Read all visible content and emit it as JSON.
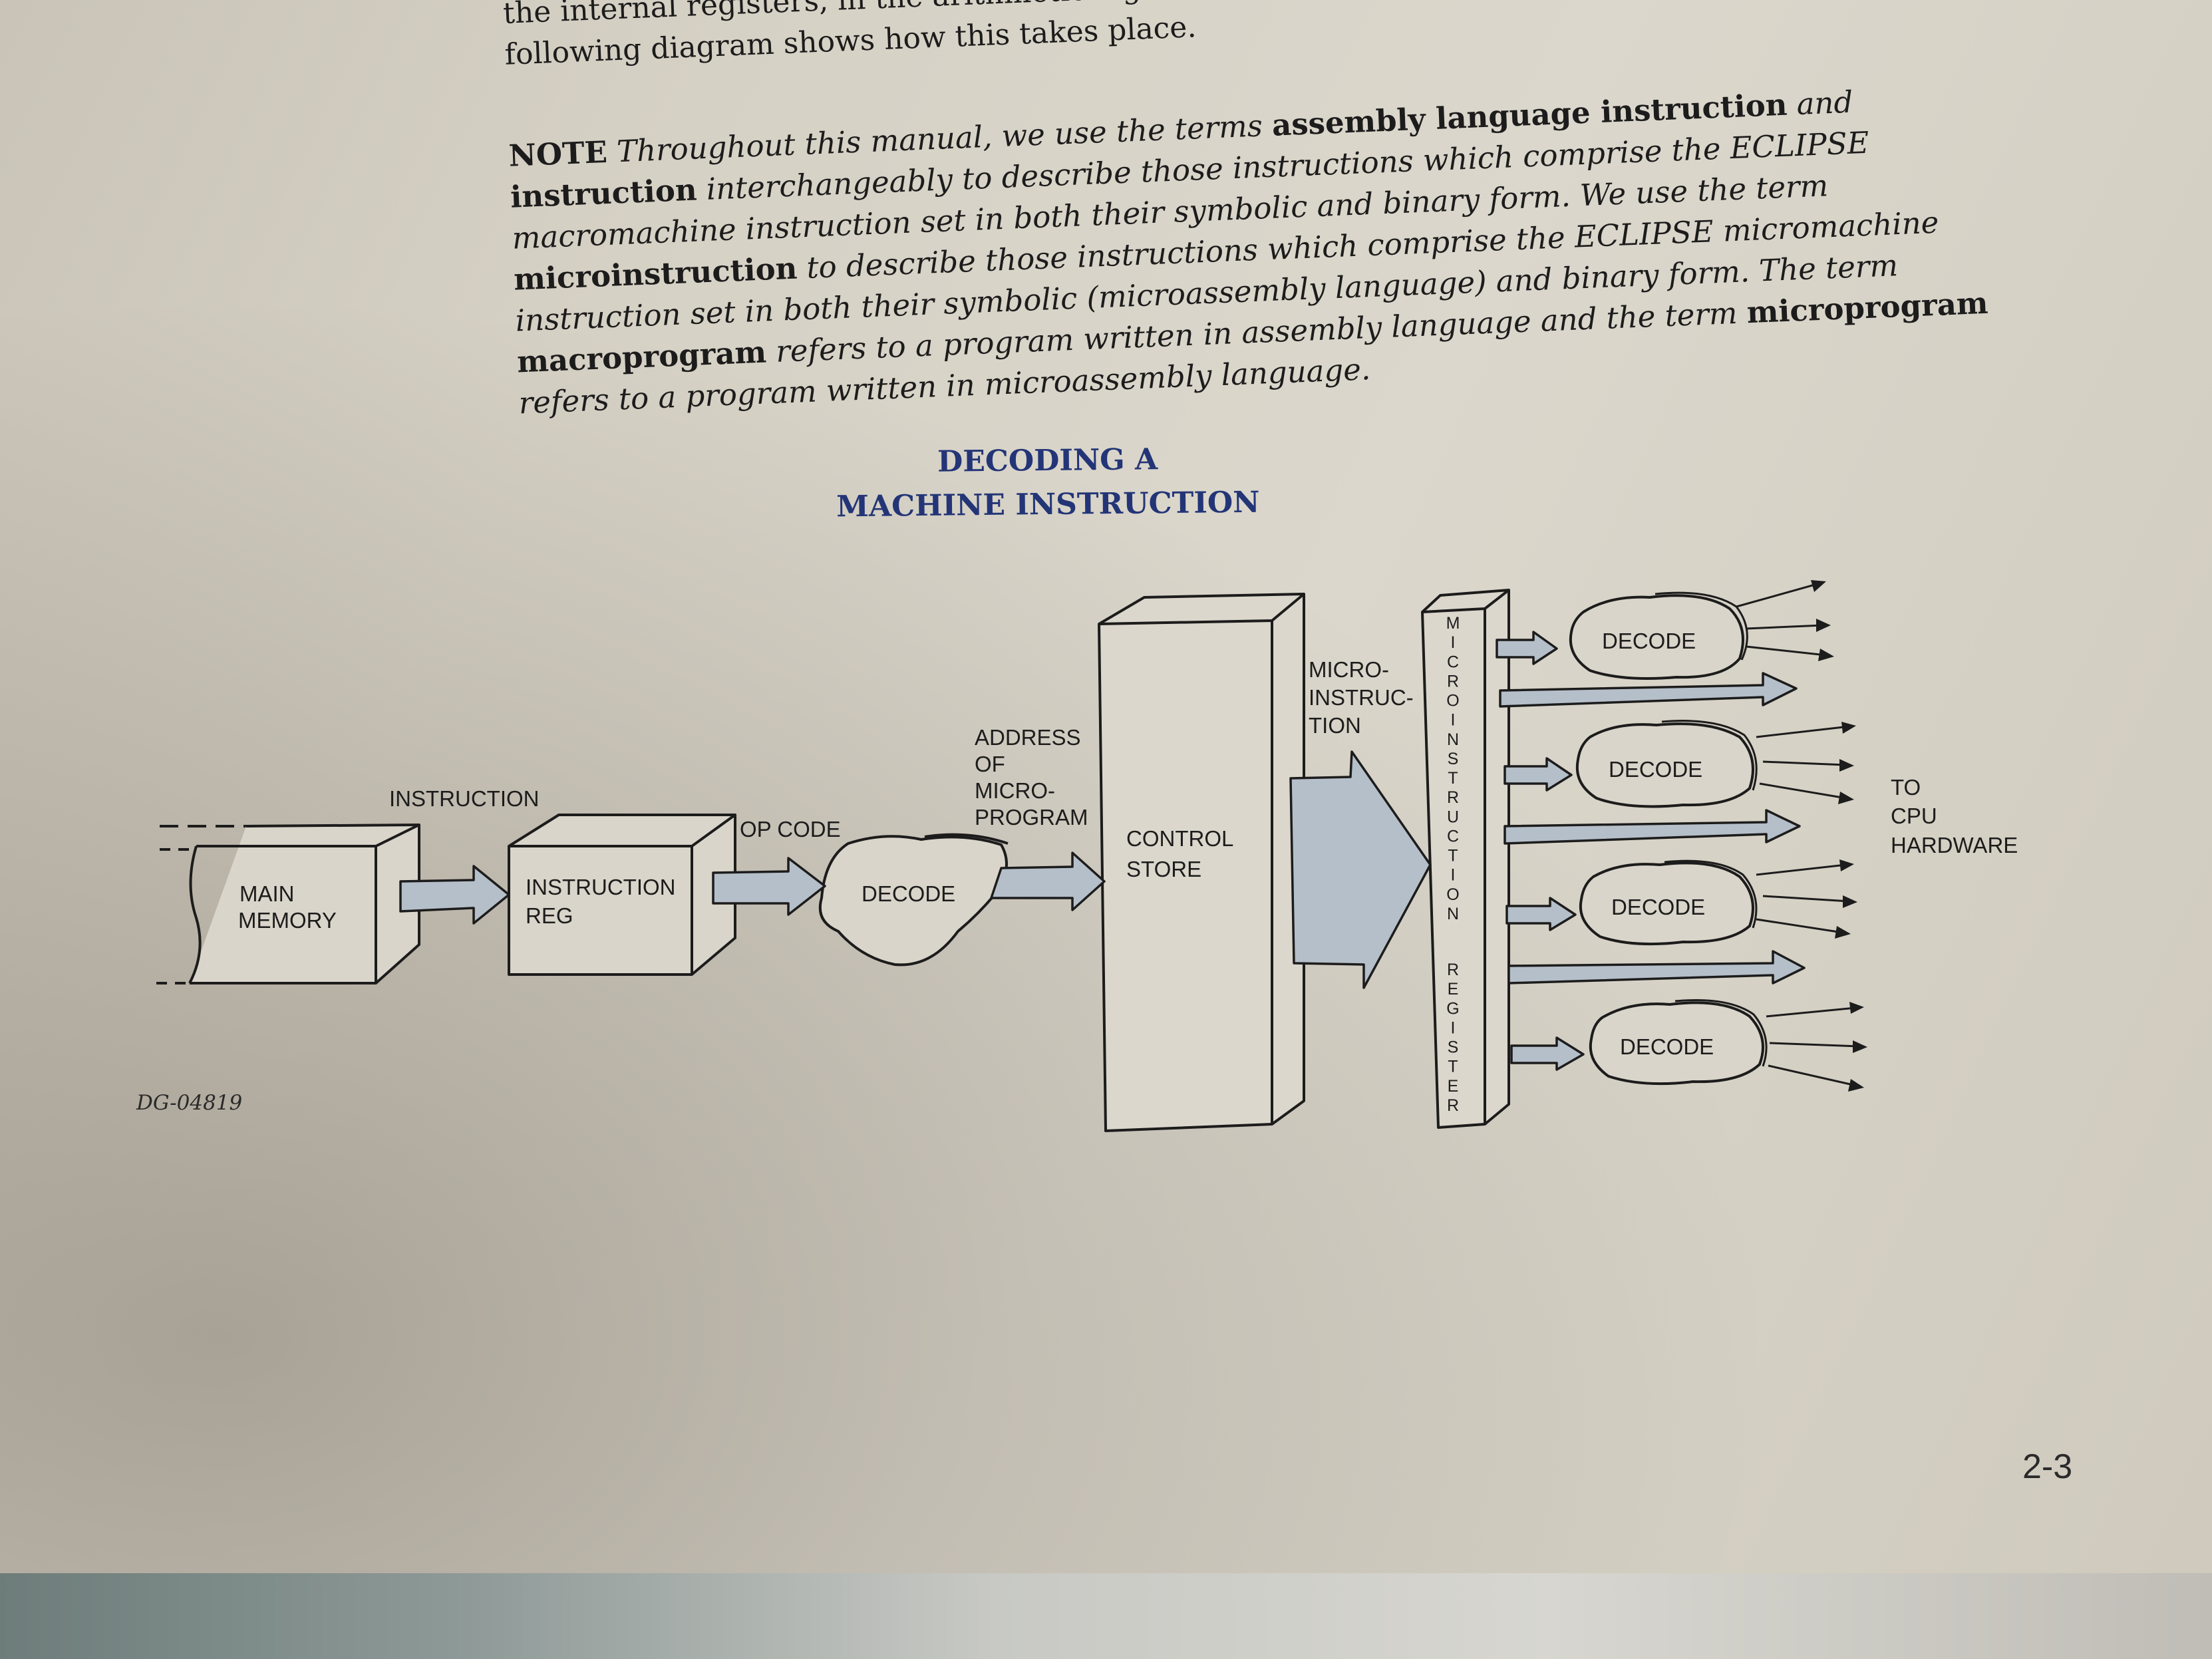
{
  "text": {
    "prev_line1": "the internal registers, in the arithmetic logic",
    "prev_line2": "following diagram shows how this takes place.",
    "note": {
      "label": "NOTE",
      "s1": " Throughout this manual, we use the terms ",
      "b1": "assembly language instruction",
      "s2": " and ",
      "b2": "instruction",
      "s3": " interchangeably to describe those instructions which comprise the ECLIPSE macromachine instruction set in both their symbolic and binary form. We use the term ",
      "b3": "microinstruction",
      "s4": " to describe those instructions which comprise the ECLIPSE micromachine instruction set in both their symbolic (microassembly language) and binary form. The term ",
      "b4": "macroprogram",
      "s5": " refers to a program written in assembly language and the term ",
      "b5": "microprogram",
      "s6": " refers to a program written in microassembly language."
    }
  },
  "diagram": {
    "title_line1": "DECODING A",
    "title_line2": "MACHINE INSTRUCTION",
    "main_memory": [
      "MAIN",
      "MEMORY"
    ],
    "instruction_label": "INSTRUCTION",
    "instruction_reg": [
      "INSTRUCTION",
      "REG"
    ],
    "op_code_label": "OP CODE",
    "decode": "DECODE",
    "address_label": [
      "ADDRESS",
      "OF",
      "MICRO-",
      "PROGRAM"
    ],
    "control_store": [
      "CONTROL",
      "STORE"
    ],
    "microinstruction_label": [
      "MICRO-",
      "INSTRUC-",
      "TION"
    ],
    "register_letters": [
      "M",
      "I",
      "C",
      "R",
      "O",
      "I",
      "N",
      "S",
      "T",
      "R",
      "U",
      "C",
      "T",
      "I",
      "O",
      "N",
      "R",
      "E",
      "G",
      "I",
      "S",
      "T",
      "E",
      "R"
    ],
    "to_cpu": [
      "TO",
      "CPU",
      "HARDWARE"
    ],
    "colors": {
      "arrow_fill": "#b4bfc9",
      "line": "#1d1c1c",
      "title": "#233577"
    }
  },
  "figure_code": "DG-04819",
  "page_number": "2-3"
}
